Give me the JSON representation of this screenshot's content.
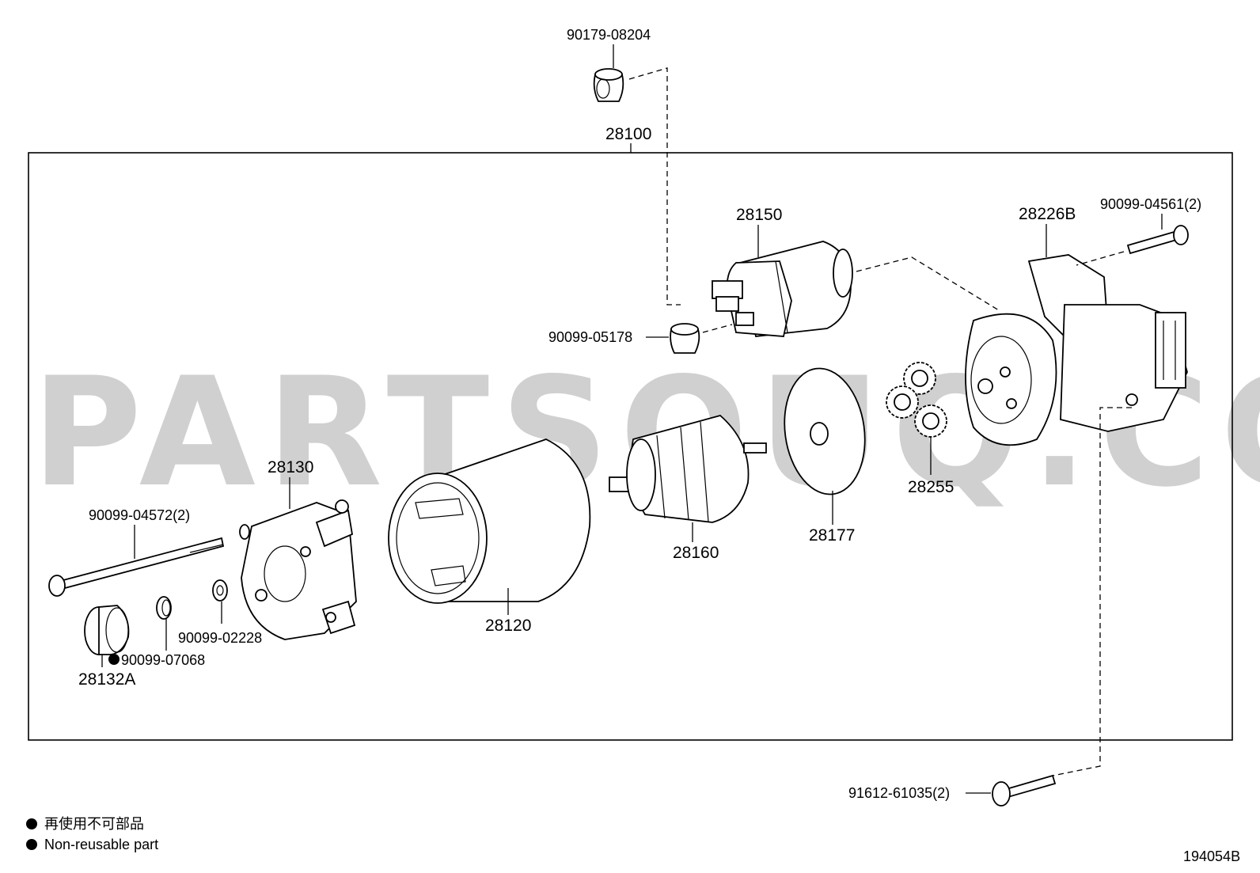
{
  "diagram": {
    "assembly_label": "28100",
    "watermark": "PARTSOUQ.COM",
    "figure_code": "194054B",
    "parts": {
      "p90179_08204": "90179-08204",
      "p28150": "28150",
      "p90099_05178": "90099-05178",
      "p28226B": "28226B",
      "p90099_04561": "90099-04561(2)",
      "p28255": "28255",
      "p28177": "28177",
      "p28160": "28160",
      "p28120": "28120",
      "p28130": "28130",
      "p90099_04572": "90099-04572(2)",
      "p90099_02228": "90099-02228",
      "p90099_07068": "90099-07068",
      "p28132A": "28132A",
      "p91612_61035": "91612-61035(2)"
    },
    "legend": {
      "line_jp": "再使用不可部品",
      "line_en": "Non-reusable part"
    }
  }
}
